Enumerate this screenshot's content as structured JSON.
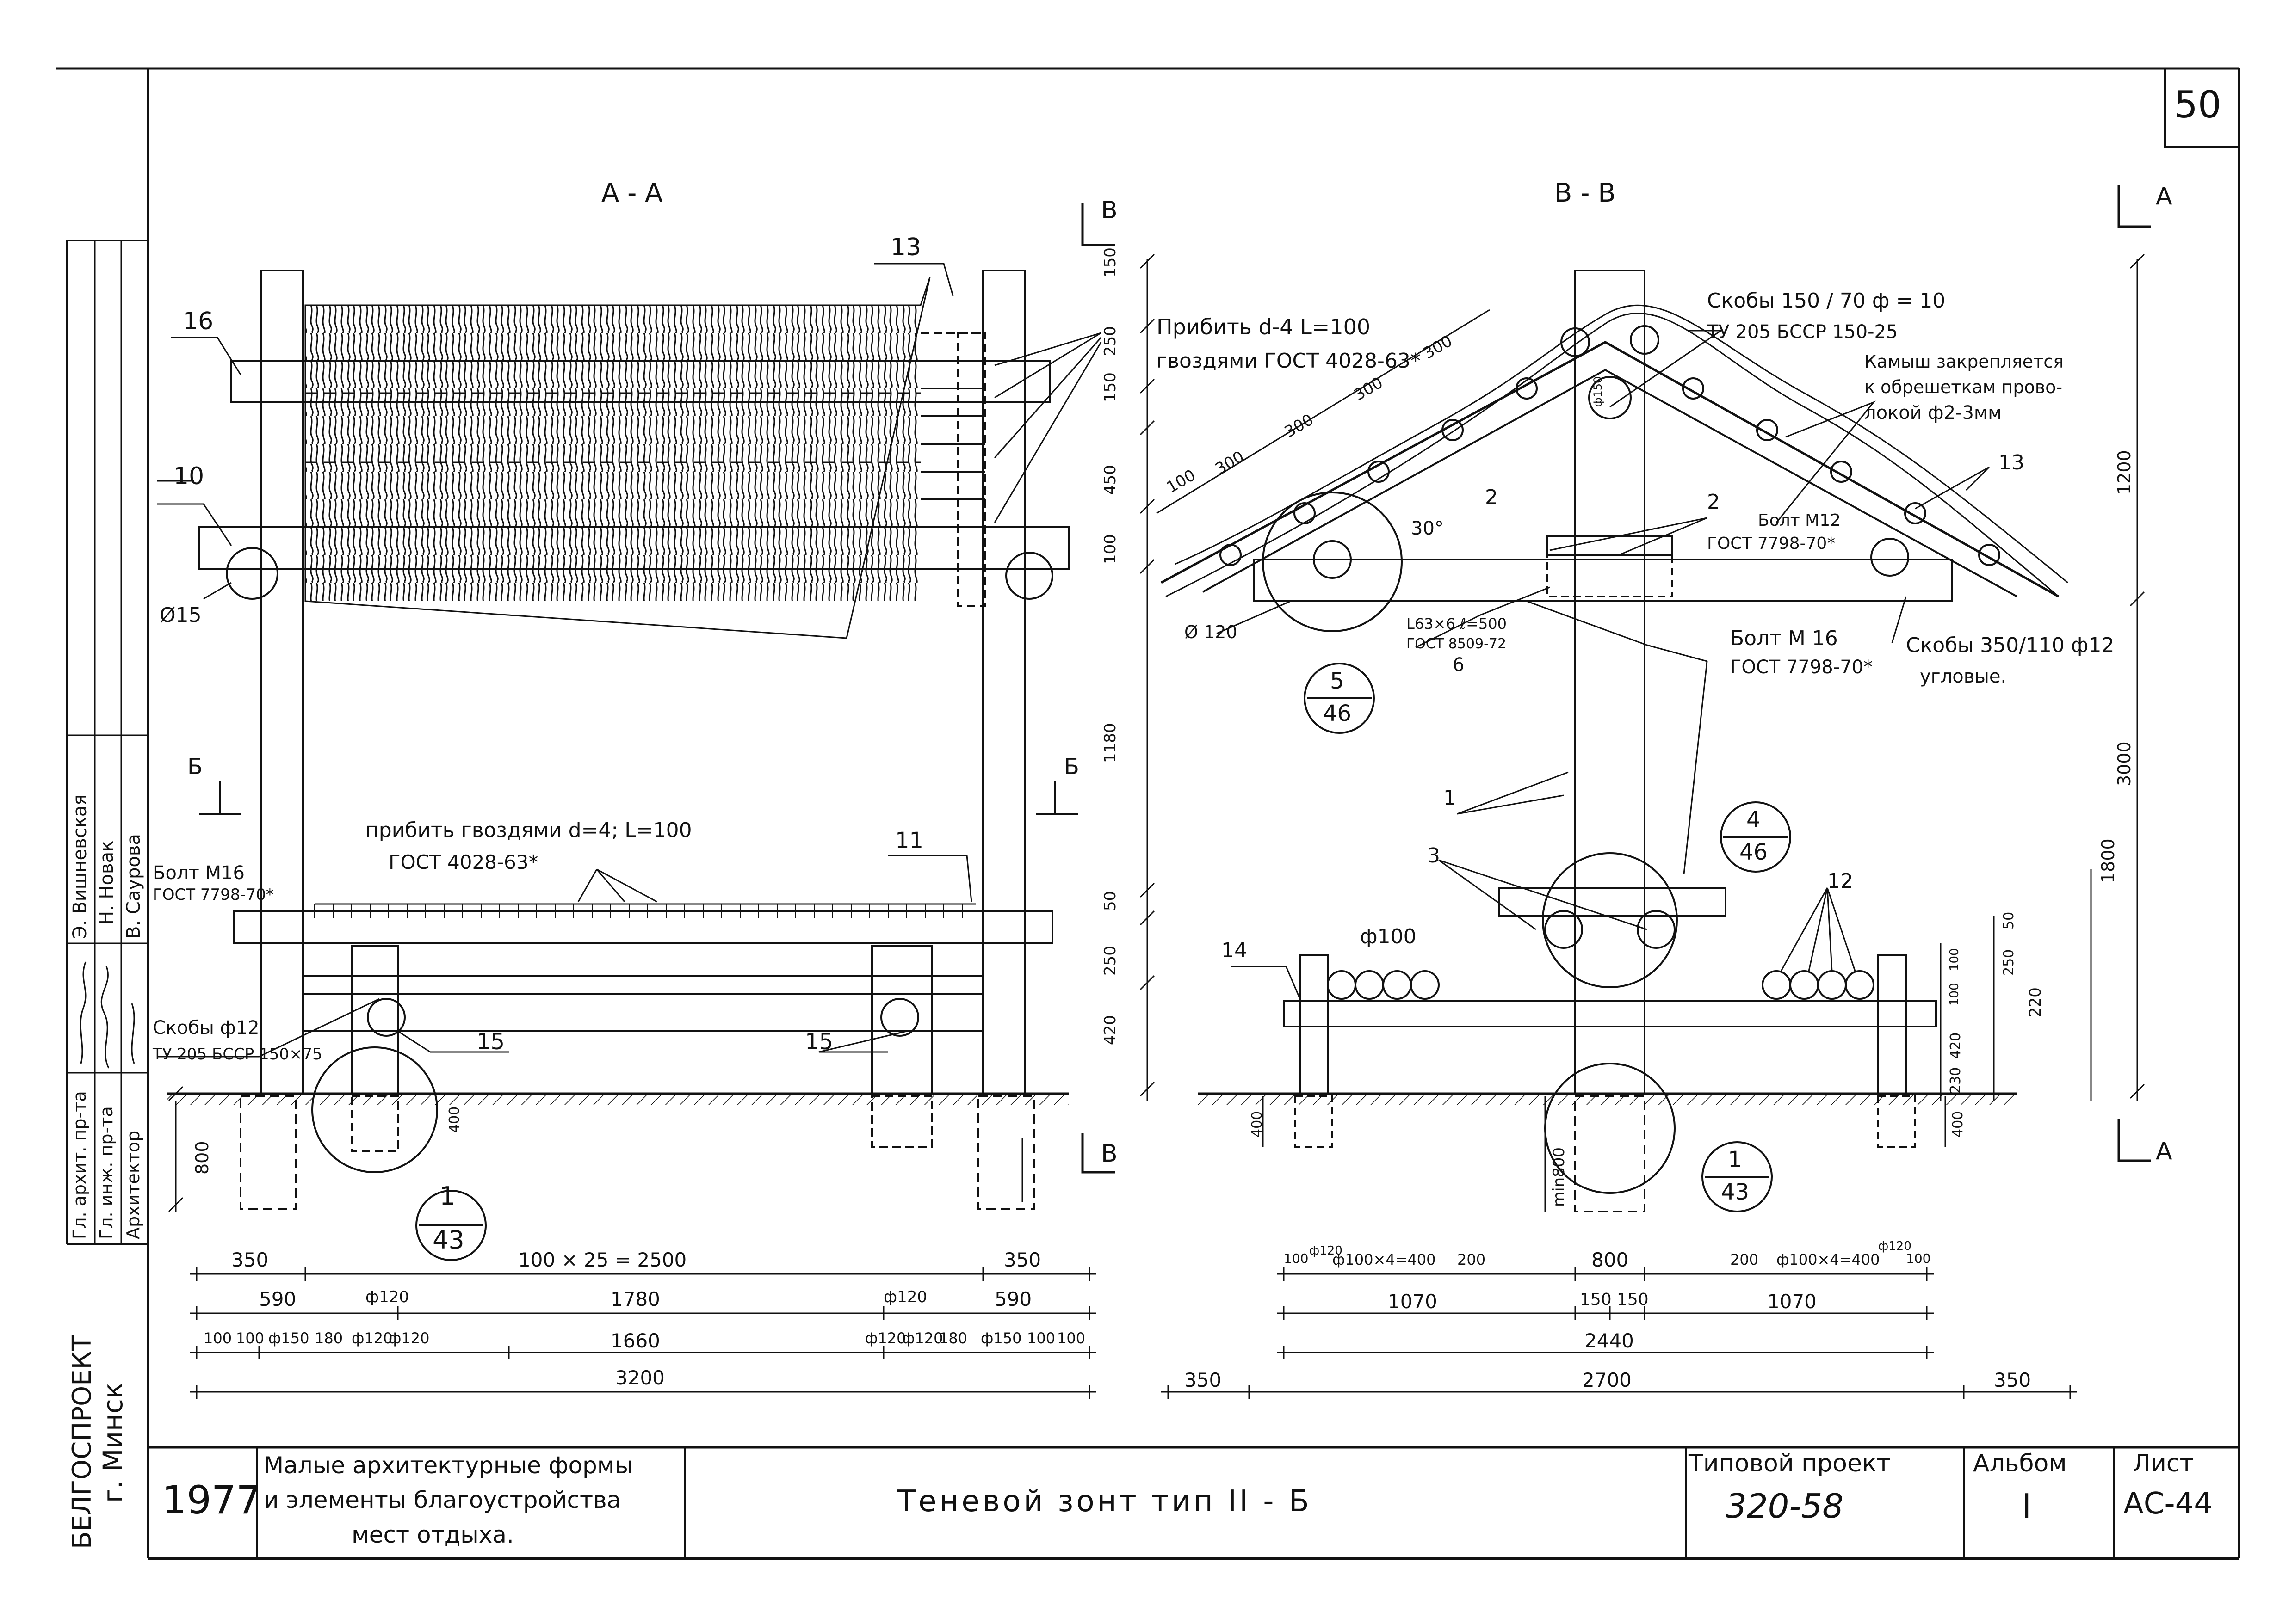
{
  "sheet_number": "50",
  "sections": {
    "aa": "А - А",
    "bb": "В - В",
    "b_mark": "В",
    "a_mark": "А",
    "bsec_mark": "Б"
  },
  "aa": {
    "callouts": [
      "16",
      "10",
      "13",
      "11",
      "15",
      "15"
    ],
    "nail_note_line1": "Прибить d-4  L=100",
    "nail_note_line2": "гвоздями ГОСТ 4028-63*",
    "nail_note2_line1": "прибить гвоздями d=4; L=100",
    "nail_note2_line2": "ГОСТ 4028-63*",
    "d15": "Ø15",
    "bolt_line1": "Болт М16",
    "bolt_line2": "ГОСТ 7798-70*",
    "staple_line1": "Скобы ф12",
    "staple_line2": "ТУ 205 БССР  150×75",
    "vert_dims": [
      "150",
      "250",
      "150",
      "450",
      "100",
      "1180",
      "50",
      "250",
      "420",
      "800",
      "400"
    ],
    "node_top": "1",
    "node_bottom": "43",
    "dim_row1": [
      "350",
      "100 × 25 = 2500",
      "350"
    ],
    "dim_row2": [
      "590",
      "ф120",
      "1780",
      "ф120",
      "590"
    ],
    "dim_row3": [
      "100",
      "100",
      "ф150",
      "180",
      "ф120",
      "ф120",
      "1660",
      "ф120",
      "ф120",
      "180",
      "ф150",
      "100",
      "100"
    ],
    "dim_row4": "3200"
  },
  "bb": {
    "staples_top_line1": "Скобы  150 / 70   ф = 10",
    "staples_top_line2": "ТУ 205  БССР   150-25",
    "reed_line1": "Камыш закрепляется",
    "reed_line2": "к обрешеткам прово-",
    "reed_line3": "локой  ф2-3мм",
    "slope_dims": [
      "100",
      "300",
      "300",
      "300",
      "300"
    ],
    "angle": "30°",
    "d150": "ф150",
    "callouts": [
      "2",
      "2",
      "13",
      "1",
      "3",
      "14",
      "12"
    ],
    "boltm12_line1": "Болт М12",
    "boltm12_line2": "ГОСТ 7798-70*",
    "angle_line1": "L63×6  ℓ=500",
    "angle_line2": "ГОСТ 8509-72",
    "angle_item": "6",
    "boltm16_line1": "Болт М 16",
    "boltm16_line2": "ГОСТ 7798-70*",
    "corner_line1": "Скобы 350/110 ф12",
    "corner_line2": "угловые.",
    "d120": "Ø 120",
    "d100": "ф100",
    "node5_top": "5",
    "node5_bottom": "46",
    "node4_top": "4",
    "node4_bottom": "46",
    "node1_top": "1",
    "node1_bottom": "43",
    "vert_dims": [
      "1200",
      "3000",
      "1800",
      "50",
      "250",
      "220",
      "100",
      "100",
      "420",
      "230",
      "400",
      "400",
      "min800"
    ],
    "dim_row1": [
      "100",
      "ф120",
      "ф100×4=400",
      "200",
      "800",
      "200",
      "ф100×4=400",
      "ф120",
      "100"
    ],
    "dim_row2": [
      "1070",
      "150",
      "150",
      "1070"
    ],
    "dim_row3": "2440",
    "dim_row4": [
      "350",
      "2700",
      "350"
    ]
  },
  "stamp": {
    "org_line1": "БЕЛГОСПРОЕКТ",
    "org_line2": "г. Минск",
    "roles": [
      "Гл. архит. пр-та",
      "Гл. инж. пр-та",
      "Архитектор"
    ],
    "names": [
      "Э. Вишневская",
      "Н. Новак",
      "В. Саурова"
    ],
    "year": "1977",
    "subject_line1": "Малые архитектурные формы",
    "subject_line2": "и элементы благоустройства",
    "subject_line3": "мест отдыха.",
    "title": "Теневой зонт  тип  II - Б",
    "project_label": "Типовой проект",
    "project_number": "320-58",
    "album_label": "Альбом",
    "album_number": "I",
    "sheet_label": "Лист",
    "sheet_code": "АС-44"
  }
}
